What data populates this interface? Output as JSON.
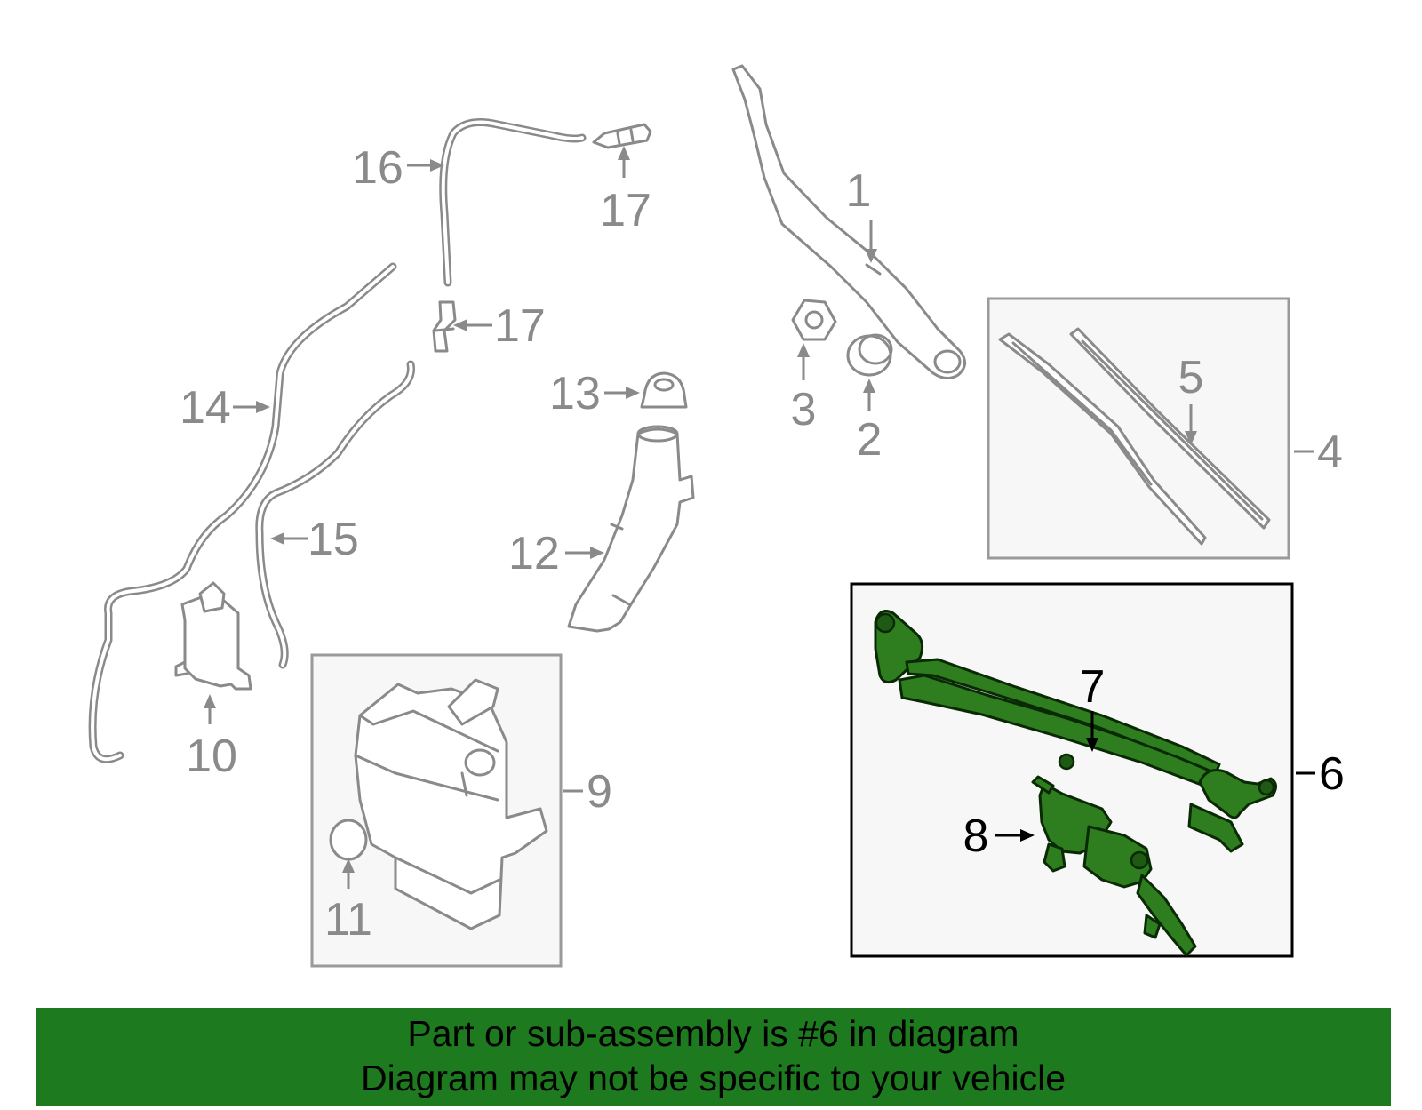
{
  "callouts": {
    "c1": "1",
    "c2": "2",
    "c3": "3",
    "c4": "4",
    "c5": "5",
    "c6": "6",
    "c7": "7",
    "c8": "8",
    "c9": "9",
    "c10": "10",
    "c11": "11",
    "c12": "12",
    "c13": "13",
    "c14": "14",
    "c15": "15",
    "c16": "16",
    "c17a": "17",
    "c17b": "17"
  },
  "highlight": {
    "part_number": "6",
    "color": "#2e7d1f",
    "banner_color": "#1e7a1e"
  },
  "footer": {
    "line1": "Part or sub-assembly is #6 in diagram",
    "line2": "Diagram may not be specific to your vehicle"
  }
}
